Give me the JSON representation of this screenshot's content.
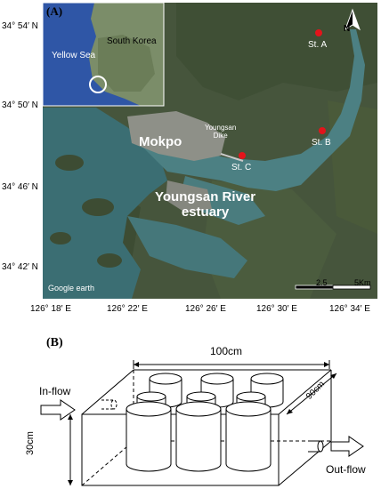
{
  "panel_a": {
    "label": "(A)",
    "latitude_ticks": [
      "34° 54′ N",
      "34° 50′ N",
      "34° 46′ N",
      "34° 42′ N"
    ],
    "longitude_ticks": [
      "126° 18′ E",
      "126° 22′ E",
      "126° 26′ E",
      "126° 30′ E",
      "126° 34′ E"
    ],
    "inset": {
      "sea": "Yellow Sea",
      "country": "South Korea"
    },
    "places": {
      "city": "Mokpo",
      "dike_line1": "Youngsan",
      "dike_line2": "Dike",
      "estuary_line1": "Youngsan  River",
      "estuary_line2": "estuary"
    },
    "stations": [
      {
        "label": "St. A"
      },
      {
        "label": "St. B"
      },
      {
        "label": "St. C"
      }
    ],
    "north_label": "N",
    "scale": {
      "mid": "2.5",
      "end": "5Km"
    },
    "credit": "Google earth",
    "colors": {
      "station": "#e3141b",
      "sea": "#3b6e73",
      "land": "#46553c",
      "inset_sea": "#2f56a6"
    }
  },
  "panel_b": {
    "label": "(B)",
    "width_label": "100cm",
    "depth_label": "90cm",
    "height_label": "30cm",
    "inflow_label": "In-flow",
    "outflow_label": "Out-flow"
  }
}
